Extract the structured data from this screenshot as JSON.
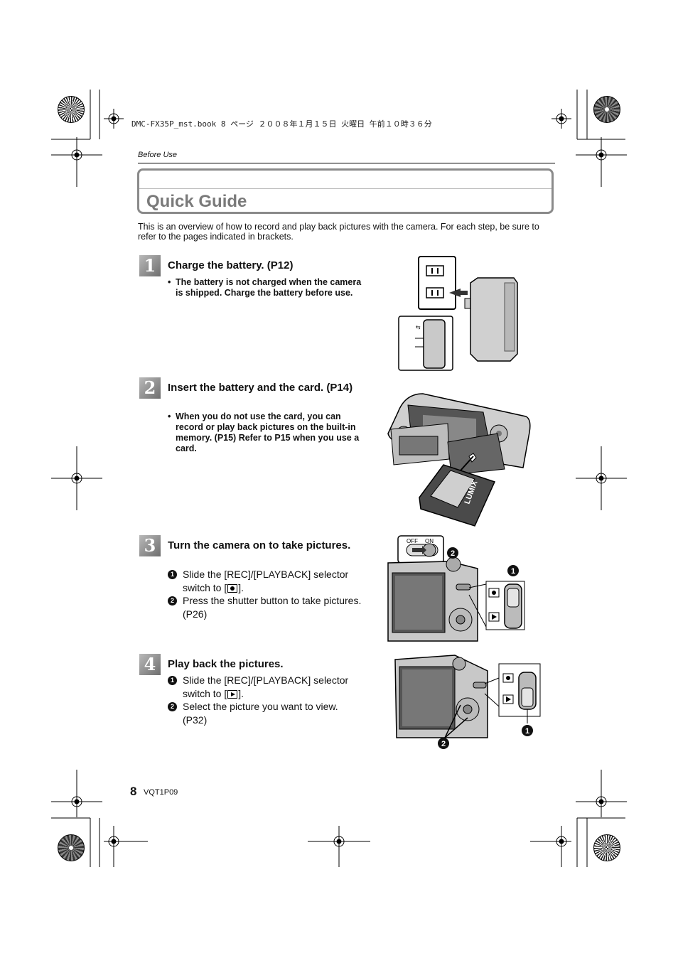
{
  "header": {
    "file_line": "DMC-FX35P_mst.book  8 ページ  ２００８年１月１５日  火曜日  午前１０時３６分"
  },
  "section_label": "Before Use",
  "title": "Quick Guide",
  "intro": "This is an overview of how to record and play back pictures with the camera. For each step, be sure to refer to the pages indicated in brackets.",
  "steps": [
    {
      "number": "1",
      "title": "Charge the battery. (P12)",
      "bullet": "The battery is not charged when the camera is shipped. Charge the battery before use."
    },
    {
      "number": "2",
      "title": "Insert the battery and the card. (P14)",
      "bullet": "When you do not use the card, you can record or play back pictures on the built-in memory. (P15) Refer to P15 when you use a card."
    },
    {
      "number": "3",
      "title": "Turn the camera on to take pictures.",
      "sub1_pre": "Slide the [REC]/[PLAYBACK] selector switch to [",
      "sub1_post": "].",
      "sub2": "Press the shutter button to take pictures. (P26)"
    },
    {
      "number": "4",
      "title": "Play back the pictures.",
      "sub1_pre": "Slide the [REC]/[PLAYBACK] selector switch to [",
      "sub1_post": "].",
      "sub2": "Select the picture you want to view. (P32)"
    }
  ],
  "illustration_labels": {
    "off": "OFF",
    "on": "ON",
    "brand": "LUMIX",
    "marker1": "1",
    "marker2": "2"
  },
  "footer": {
    "page_number": "8",
    "model_code": "VQT1P09"
  }
}
